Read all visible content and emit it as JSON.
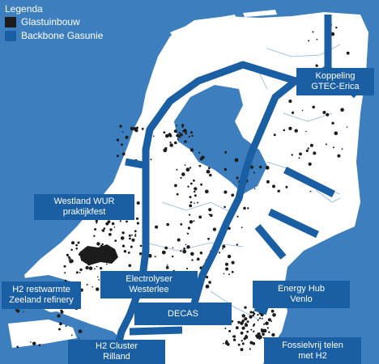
{
  "legend": {
    "title": "Legenda",
    "items": [
      {
        "label": "Glastuinbouw",
        "color": "#1c1c1c"
      },
      {
        "label": "Backbone Gasunie",
        "color": "#1a5fa3"
      }
    ]
  },
  "colors": {
    "sea": "#3d7fbe",
    "land": "#ffffff",
    "pipeline": "#1a5fa3",
    "greenhouse": "#1c1c1c",
    "border": "#8fb4d8"
  },
  "labels": {
    "koppeling": {
      "line1": "Koppeling",
      "line2": "GTEC-Erica"
    },
    "westland": {
      "line1": "Westland WUR",
      "line2": "praktijkfest"
    },
    "electrolyser": {
      "line1": "Electrolyser",
      "line2": "Westerlee"
    },
    "h2_restwarmte": {
      "line1": "H2 restwarmte",
      "line2": "Zeeland refinery"
    },
    "energy_hub": {
      "line1": "Energy Hub",
      "line2": "Venlo"
    },
    "decas": {
      "line1": "DECAS"
    },
    "h2_cluster": {
      "line1": "H2 Cluster",
      "line2": "Rilland"
    },
    "fossielvrij": {
      "line1": "Fossielvrij telen",
      "line2": "met H2"
    }
  }
}
